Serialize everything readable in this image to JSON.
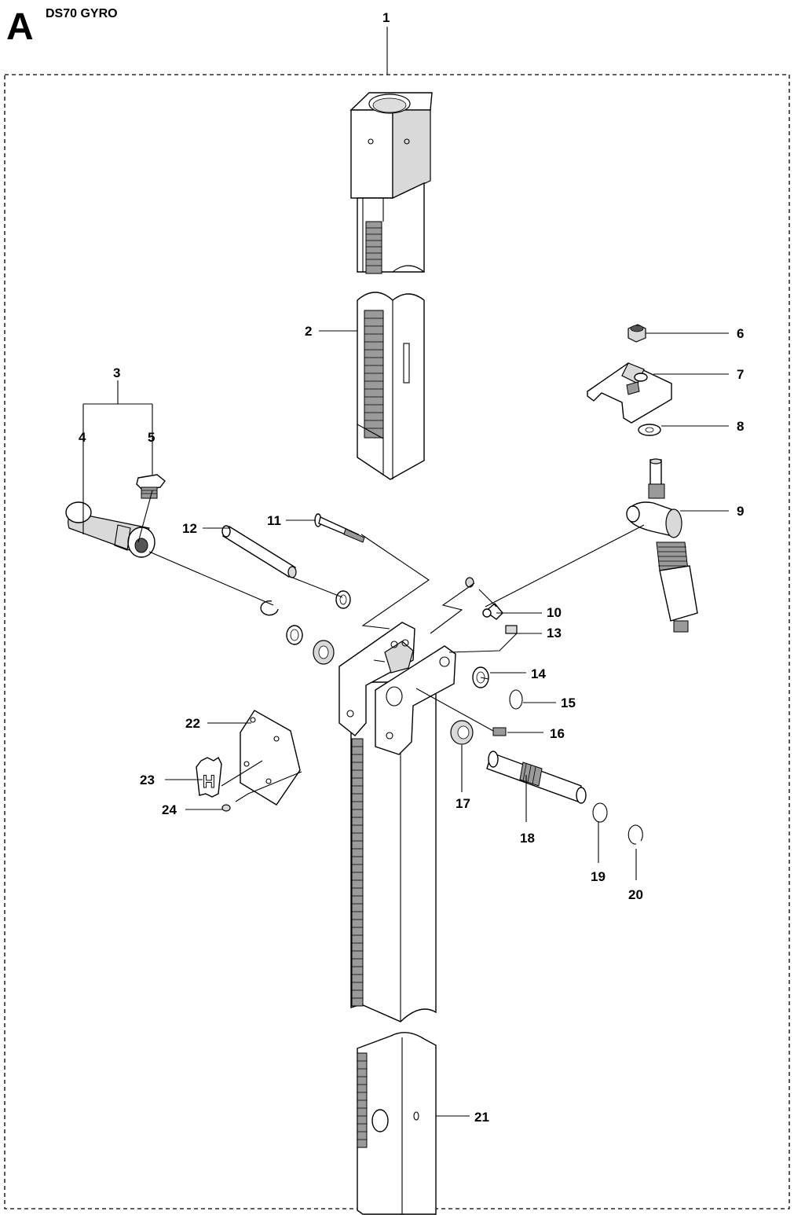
{
  "header": {
    "section_letter": "A",
    "model": "DS70 GYRO"
  },
  "callouts": [
    "1",
    "2",
    "3",
    "4",
    "5",
    "6",
    "7",
    "8",
    "9",
    "10",
    "11",
    "12",
    "13",
    "14",
    "15",
    "16",
    "17",
    "18",
    "19",
    "20",
    "21",
    "22",
    "23",
    "24"
  ]
}
